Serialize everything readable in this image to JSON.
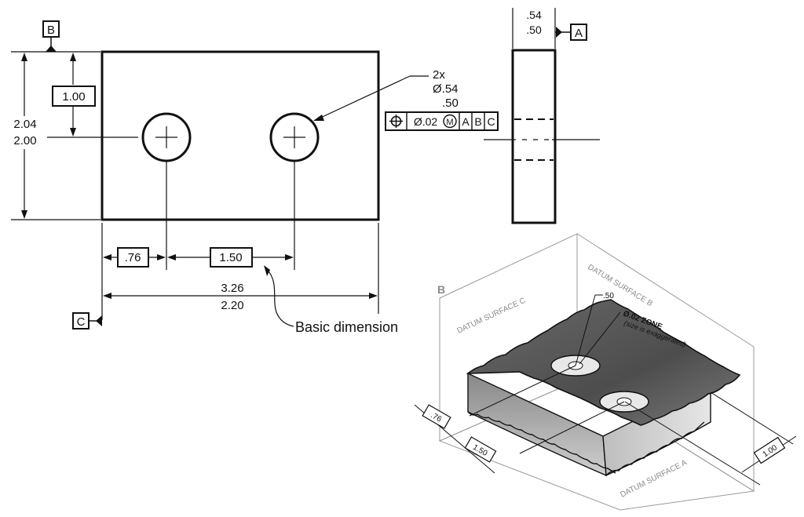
{
  "datums": {
    "a": "A",
    "b": "B",
    "c": "C"
  },
  "front_view": {
    "basic_1_00": "1.00",
    "height_upper": "2.04",
    "height_lower": "2.00",
    "basic_76": ".76",
    "basic_1_50": "1.50",
    "width_upper": "3.26",
    "width_lower": "2.20",
    "basic_note": "Basic dimension"
  },
  "hole_callout": {
    "count": "2x",
    "diameter_upper": "Ø.54",
    "diameter_lower": ".50"
  },
  "feature_control_frame": {
    "symbol_icon": "position-icon",
    "tolerance": "Ø.02",
    "modifier": "M",
    "datum_1": "A",
    "datum_2": "B",
    "datum_3": "C"
  },
  "side_view": {
    "thick_upper": ".54",
    "thick_lower": ".50"
  },
  "iso_view": {
    "panel_label": "B",
    "datum_surface_a": "DATUM SURFACE A",
    "datum_surface_b": "DATUM SURFACE B",
    "datum_surface_c": "DATUM SURFACE C",
    "hole_dim": ".50",
    "zone_label": "Ø.02 ZONE",
    "zone_note": "(size is exaggerated)",
    "basic_76": ".76",
    "basic_1_50": "1.50",
    "basic_1_00": "1.00"
  },
  "colors": {
    "ink": "#111111",
    "plate_top": "#5a5a5a",
    "plate_side": "#d0d0d0",
    "datum_planes": "#9a9a9a"
  }
}
